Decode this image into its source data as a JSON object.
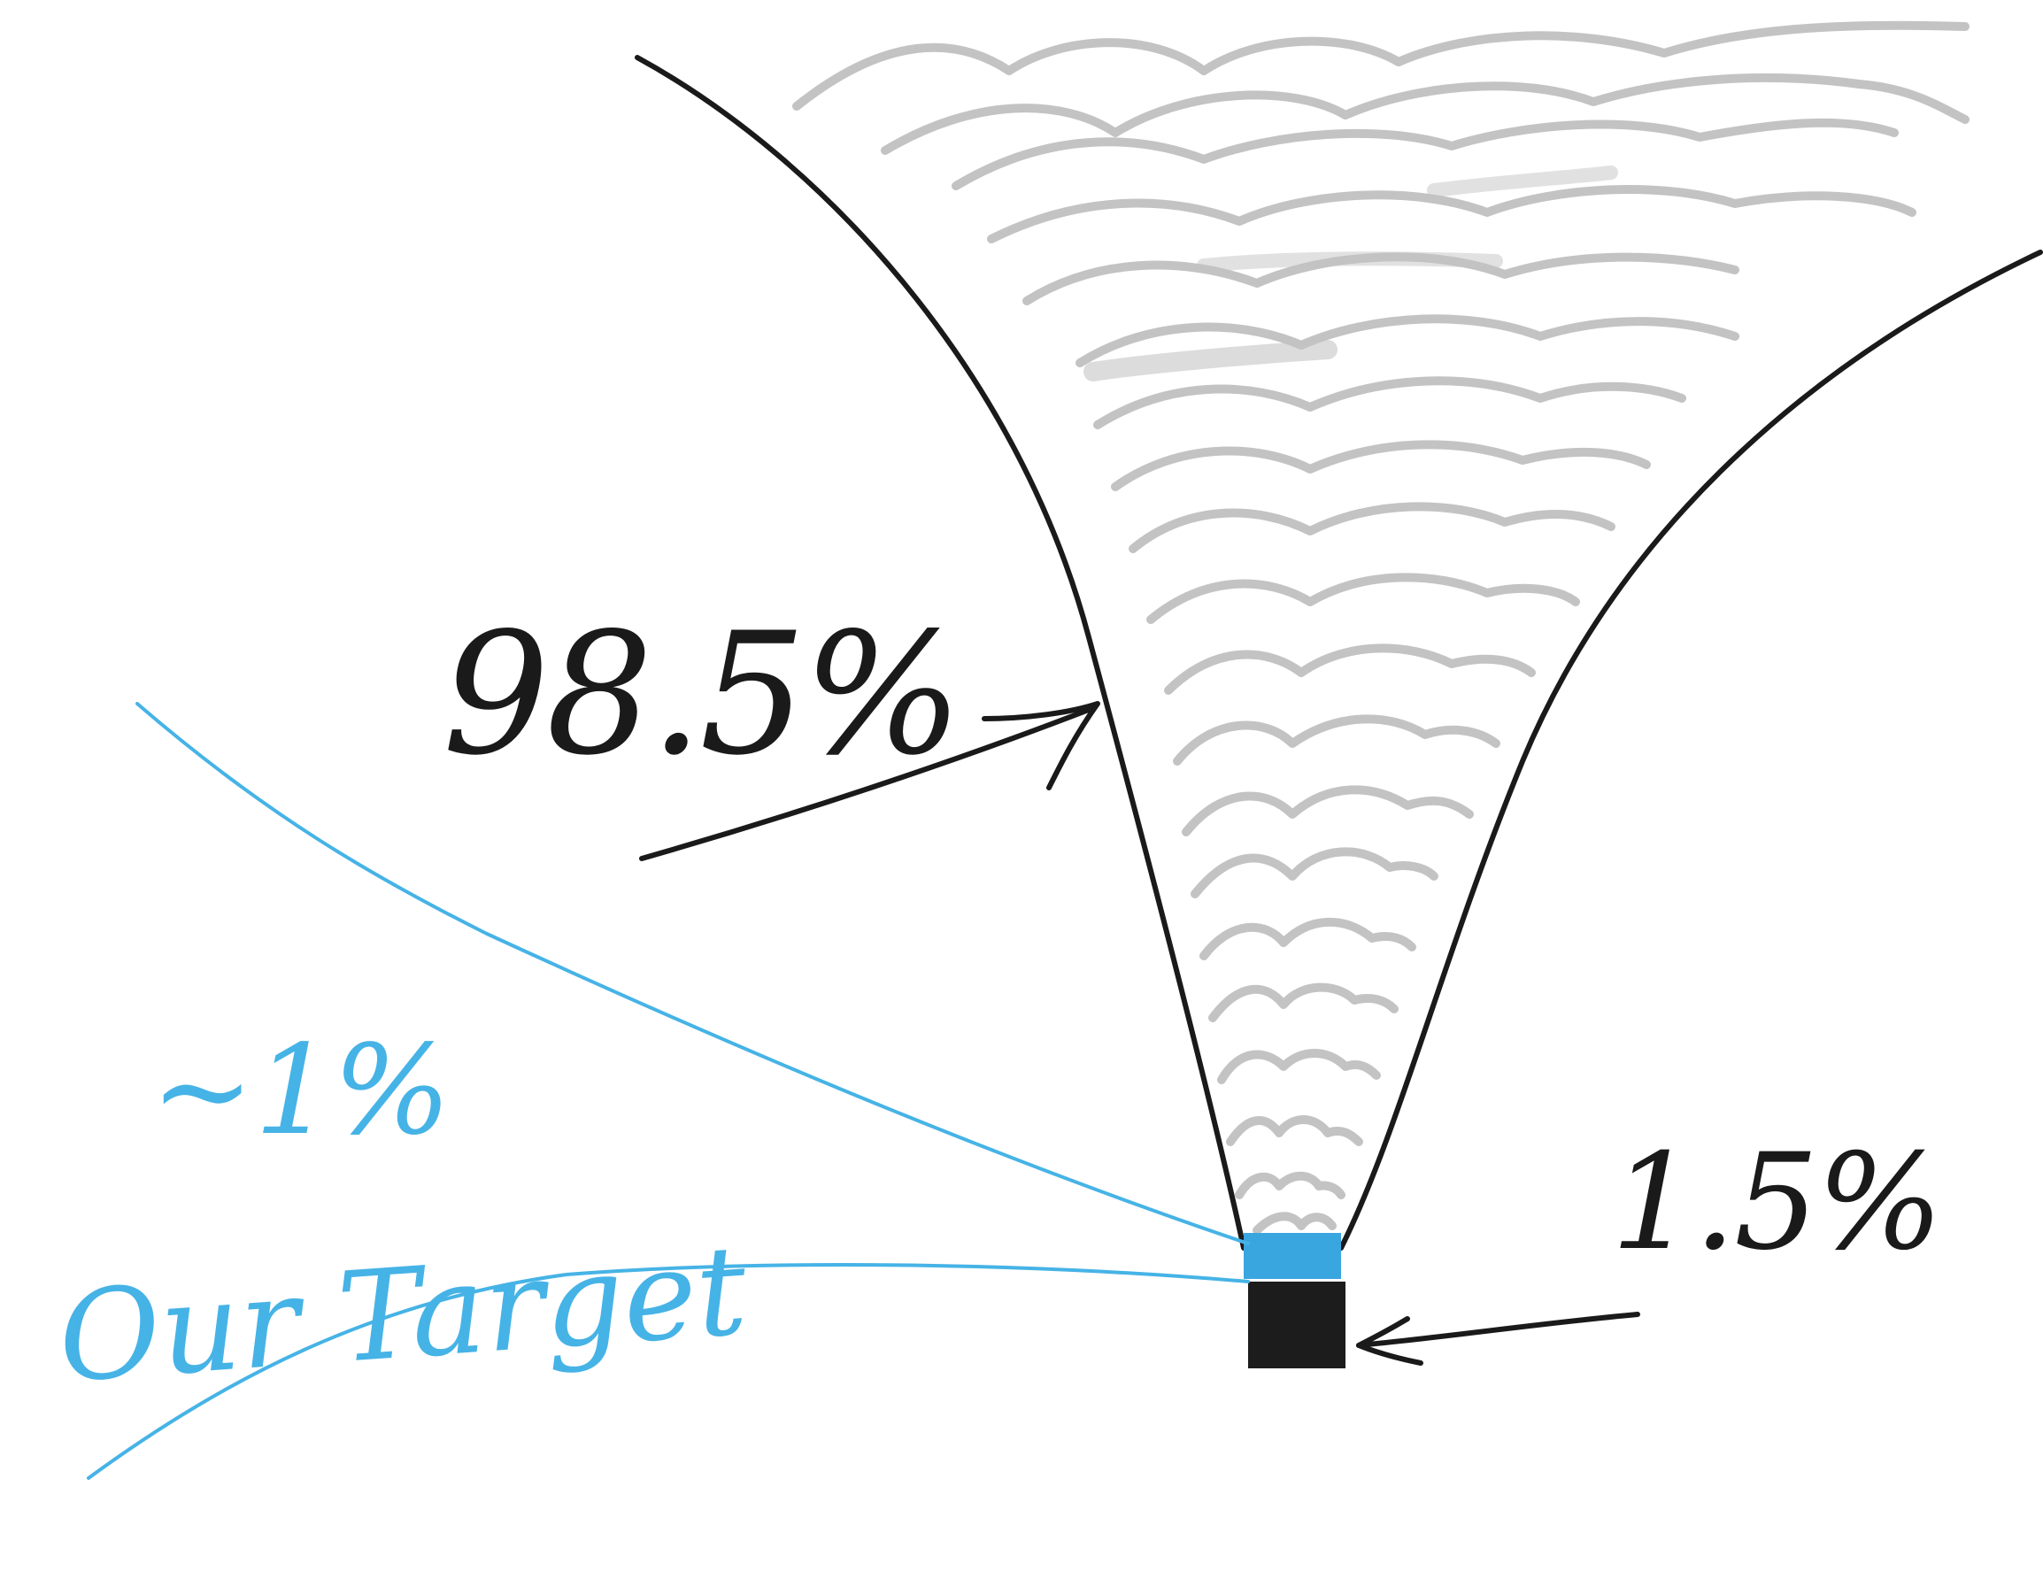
{
  "labels": {
    "majority_percent": "98.5%",
    "minority_percent": "1.5%",
    "target_percent": "~1%",
    "target_caption": "Our Target"
  },
  "colors": {
    "ink": "#1a1a1a",
    "scribble": "#b9b9b9",
    "target_blue": "#46b3e6",
    "target_fill": "#3aa6e0",
    "base_block": "#1c1c1c"
  }
}
